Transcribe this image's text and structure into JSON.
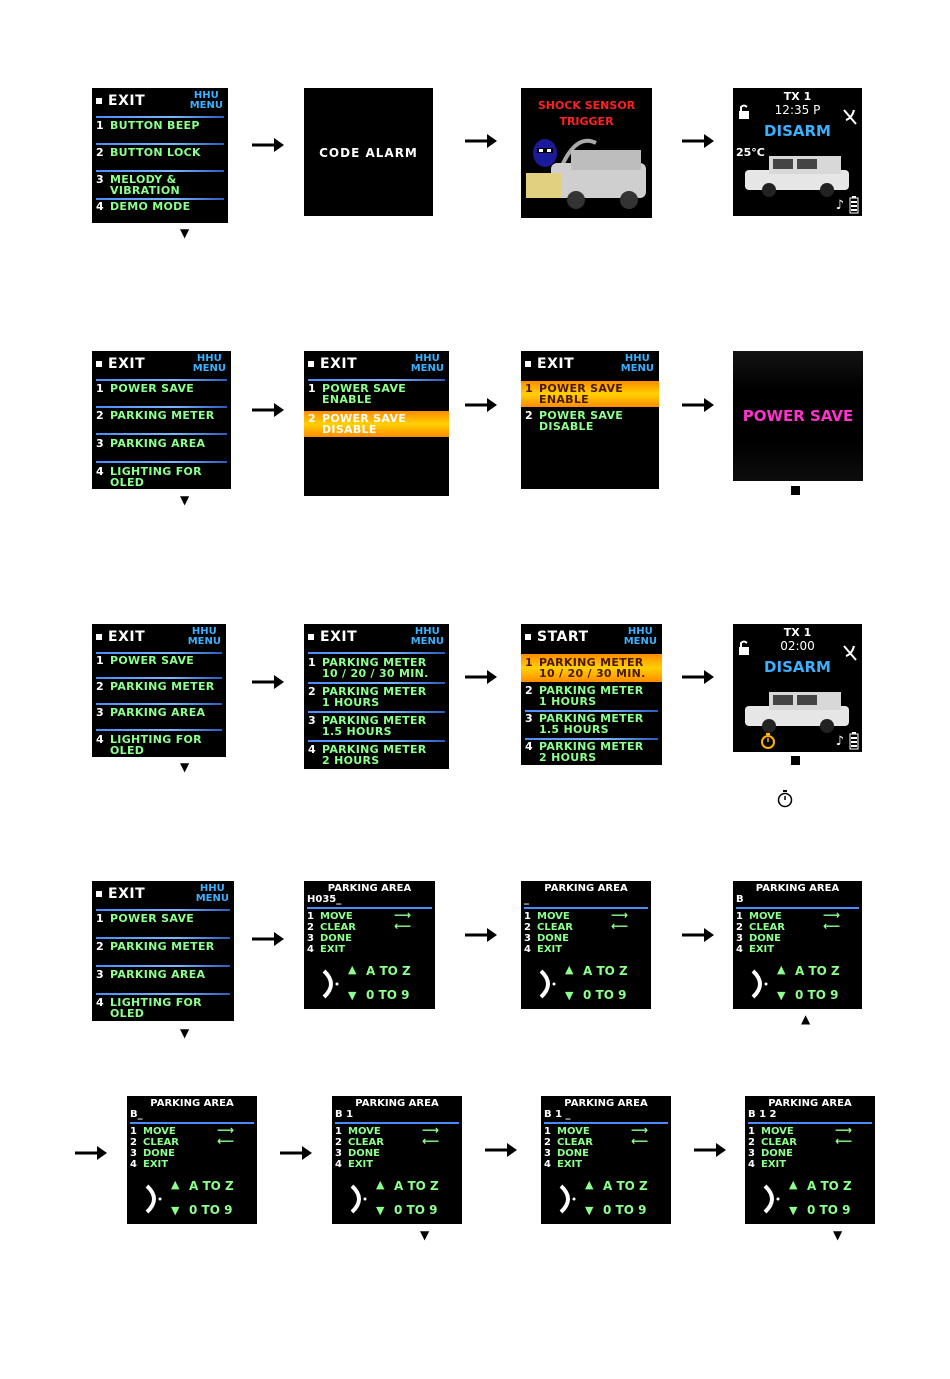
{
  "menu1": {
    "exit": "EXIT",
    "hhu": "HHU",
    "menu": "MENU",
    "items": [
      {
        "n": "1",
        "label": "BUTTON BEEP"
      },
      {
        "n": "2",
        "label": "BUTTON LOCK"
      },
      {
        "n": "3",
        "label": "MELODY &",
        "label2": "VIBRATION"
      },
      {
        "n": "4",
        "label": "DEMO MODE"
      }
    ]
  },
  "logo": "CODE ALARM",
  "shock": {
    "line1": "SHOCK SENSOR",
    "line2": "TRIGGER"
  },
  "status1": {
    "tx": "TX 1",
    "time": "12:35 P",
    "mode": "DISARM",
    "temp": "25°C"
  },
  "menu2": {
    "exit": "EXIT",
    "hhu": "HHU",
    "menu": "MENU",
    "items": [
      {
        "n": "1",
        "label": "POWER SAVE"
      },
      {
        "n": "2",
        "label": "PARKING METER"
      },
      {
        "n": "3",
        "label": "PARKING AREA"
      },
      {
        "n": "4",
        "label": "LIGHTING FOR OLED"
      }
    ]
  },
  "ps1": {
    "exit": "EXIT",
    "hhu": "HHU",
    "menu": "MENU",
    "items": [
      {
        "n": "1",
        "label": "POWER SAVE",
        "label2": "ENABLE"
      },
      {
        "n": "2",
        "label": "POWER SAVE",
        "label2": "DISABLE"
      }
    ]
  },
  "power_save_text": "POWER SAVE",
  "pm1": {
    "exit": "EXIT",
    "hhu": "HHU",
    "menu": "MENU",
    "items": [
      {
        "n": "1",
        "label": "PARKING METER",
        "label2": "10 / 20 / 30 MIN."
      },
      {
        "n": "2",
        "label": "PARKING METER",
        "label2": "1 HOURS"
      },
      {
        "n": "3",
        "label": "PARKING METER",
        "label2": "1.5 HOURS"
      },
      {
        "n": "4",
        "label": "PARKING METER",
        "label2": "2 HOURS"
      }
    ]
  },
  "pm2": {
    "start": "START"
  },
  "status2": {
    "tx": "TX 1",
    "time": "02:00",
    "mode": "DISARM"
  },
  "parking_area": {
    "title": "PARKING AREA",
    "codes": [
      "H035_",
      "_",
      "B",
      "B_",
      "B 1",
      "B 1 _",
      "B 1 2"
    ],
    "options": [
      {
        "n": "1",
        "label": "MOVE"
      },
      {
        "n": "2",
        "label": "CLEAR"
      },
      {
        "n": "3",
        "label": "DONE"
      },
      {
        "n": "4",
        "label": "EXIT"
      }
    ],
    "atoz": "A TO Z",
    "zero9": "0 TO 9"
  },
  "colors": {
    "green": "#8cff8c",
    "blue": "#3ab0ff",
    "magenta": "#ff33cc",
    "red": "#ff2020",
    "orange": "#ffb000"
  }
}
